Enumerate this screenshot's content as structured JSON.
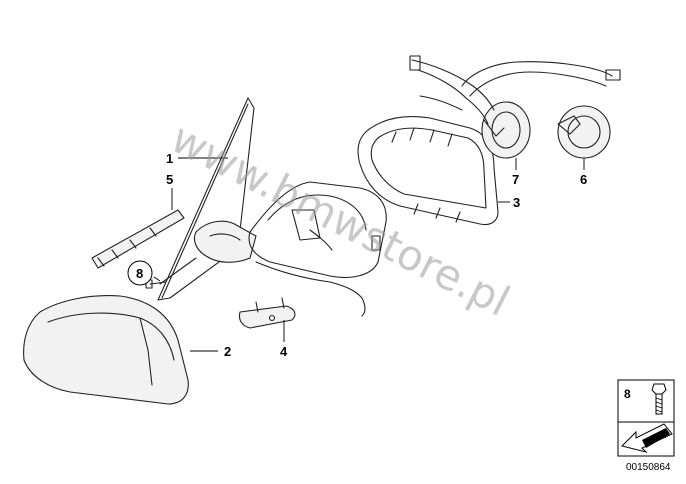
{
  "callouts": {
    "c1": "1",
    "c2": "2",
    "c3": "3",
    "c4": "4",
    "c5": "5",
    "c6": "6",
    "c7": "7",
    "c8": "8"
  },
  "watermark": "www.bmwstore.pl",
  "legend_box": {
    "item_number": "8"
  },
  "diagram_number": "00150864"
}
